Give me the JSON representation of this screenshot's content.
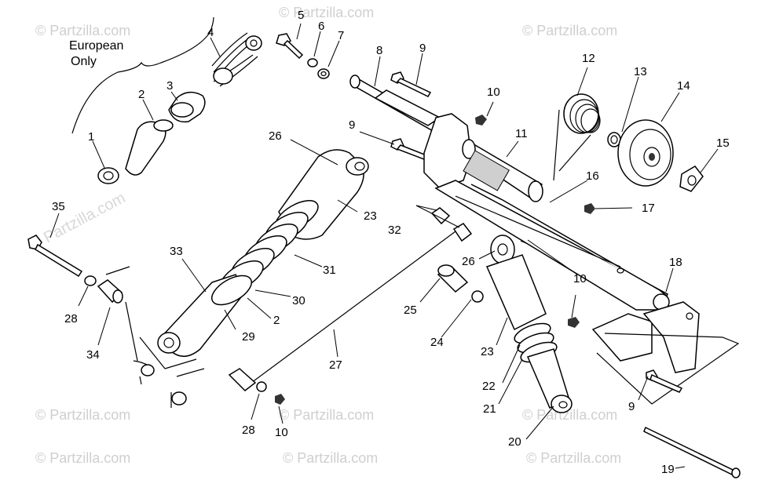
{
  "diagram": {
    "note_line1": "European",
    "note_line2": "Only",
    "watermark": "© Partzilla.com",
    "watermark_side": "Partzilla.com",
    "callouts": [
      {
        "id": "c1",
        "text": "1"
      },
      {
        "id": "c2a",
        "text": "2"
      },
      {
        "id": "c3",
        "text": "3"
      },
      {
        "id": "c4",
        "text": "4"
      },
      {
        "id": "c5",
        "text": "5"
      },
      {
        "id": "c6",
        "text": "6"
      },
      {
        "id": "c7",
        "text": "7"
      },
      {
        "id": "c8",
        "text": "8"
      },
      {
        "id": "c9a",
        "text": "9"
      },
      {
        "id": "c9b",
        "text": "9"
      },
      {
        "id": "c9c",
        "text": "9"
      },
      {
        "id": "c10a",
        "text": "10"
      },
      {
        "id": "c10b",
        "text": "10"
      },
      {
        "id": "c10c",
        "text": "10"
      },
      {
        "id": "c11",
        "text": "11"
      },
      {
        "id": "c12",
        "text": "12"
      },
      {
        "id": "c13",
        "text": "13"
      },
      {
        "id": "c14",
        "text": "14"
      },
      {
        "id": "c15",
        "text": "15"
      },
      {
        "id": "c16",
        "text": "16"
      },
      {
        "id": "c17",
        "text": "17"
      },
      {
        "id": "c18",
        "text": "18"
      },
      {
        "id": "c19",
        "text": "19"
      },
      {
        "id": "c20",
        "text": "20"
      },
      {
        "id": "c21",
        "text": "21"
      },
      {
        "id": "c22",
        "text": "22"
      },
      {
        "id": "c23a",
        "text": "23"
      },
      {
        "id": "c23b",
        "text": "23"
      },
      {
        "id": "c24",
        "text": "24"
      },
      {
        "id": "c25",
        "text": "25"
      },
      {
        "id": "c26a",
        "text": "26"
      },
      {
        "id": "c26b",
        "text": "26"
      },
      {
        "id": "c27",
        "text": "27"
      },
      {
        "id": "c28a",
        "text": "28"
      },
      {
        "id": "c28b",
        "text": "28"
      },
      {
        "id": "c29",
        "text": "29"
      },
      {
        "id": "c30",
        "text": "30"
      },
      {
        "id": "c31",
        "text": "31"
      },
      {
        "id": "c2b",
        "text": "2"
      },
      {
        "id": "c32",
        "text": "32"
      },
      {
        "id": "c33",
        "text": "33"
      },
      {
        "id": "c34",
        "text": "34"
      },
      {
        "id": "c35",
        "text": "35"
      }
    ]
  }
}
